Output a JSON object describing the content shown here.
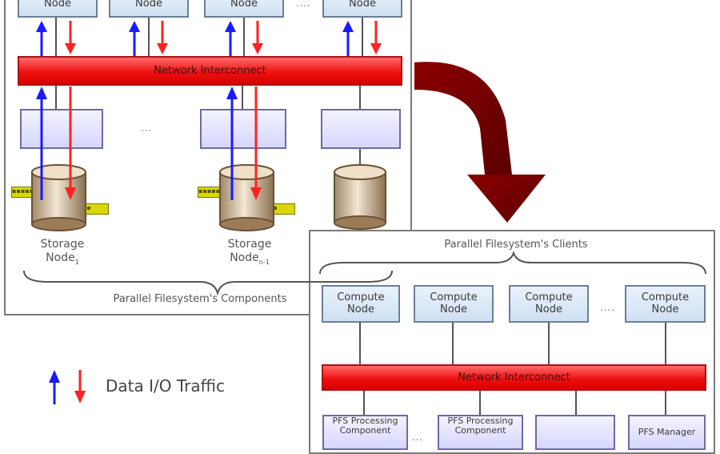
{
  "server_panel": {
    "top_nodes": [
      "Node",
      "Node",
      "Node",
      "Node"
    ],
    "network_label": "Network Interconnect",
    "storage_node_label_a": "Storage\nNode",
    "storage_node_label_b": "Storage\nNode",
    "storage_sub_a": "1",
    "storage_sub_b": "n-1",
    "caption": "Parallel Filesystem's Components"
  },
  "client_panel": {
    "title": "Parallel Filesystem's Clients",
    "compute_nodes": [
      "Compute\nNode",
      "Compute\nNode",
      "Compute\nNode",
      "Compute\nNode"
    ],
    "network_label": "Network Interconnect",
    "bottom_boxes": [
      "PFS Processing\nComponent",
      "PFS Processing\nComponent",
      "",
      "PFS Manager"
    ]
  },
  "legend": {
    "label": "Data I/O Traffic"
  },
  "colors": {
    "read_arrow": "#1a1aff",
    "write_arrow": "#ff2222",
    "big_arrow": "#7a0000",
    "network": "#ee1111"
  }
}
